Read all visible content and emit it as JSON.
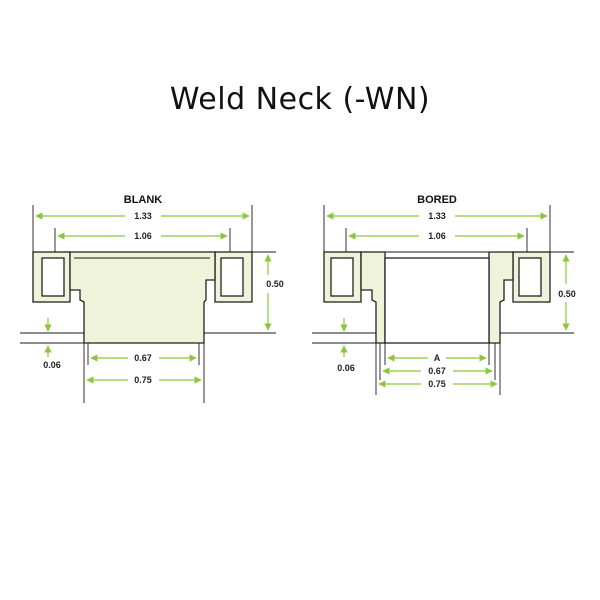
{
  "title": "Weld Neck (-WN)",
  "colors": {
    "dimension": "#8cc63f",
    "outline": "#222222",
    "fill": "#eef3d9"
  },
  "views": [
    {
      "heading": "BLANK",
      "dims": {
        "outer": "1.33",
        "inner": "1.06",
        "height": "0.50",
        "step": "0.06",
        "neck_inner": "0.67",
        "neck_outer": "0.75"
      }
    },
    {
      "heading": "BORED",
      "dims": {
        "outer": "1.33",
        "inner": "1.06",
        "height": "0.50",
        "step": "0.06",
        "bore": "A",
        "neck_inner": "0.67",
        "neck_outer": "0.75"
      }
    }
  ]
}
